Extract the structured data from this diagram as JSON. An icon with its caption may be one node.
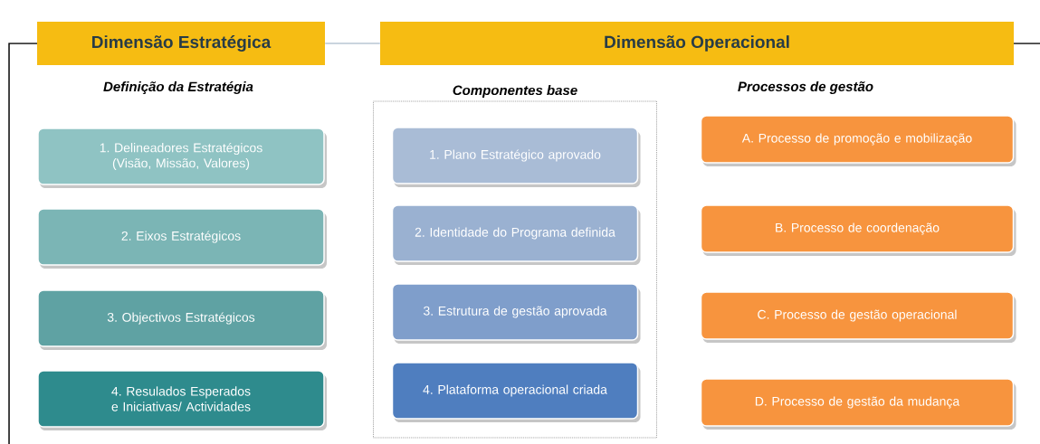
{
  "diagram": {
    "nodes": [
      {
        "text": [
          "Dimensão Estratégica"
        ]
      },
      {
        "text": [
          "Dimensão Operacional"
        ]
      },
      {
        "text": [
          "1. Delineadores Estratégicos (Visão, Missão, Valores)"
        ]
      },
      {
        "text": [
          "2. Eixos Estratégicos"
        ]
      },
      {
        "text": [
          "3. Objectivos Estratégicos"
        ]
      },
      {
        "text": [
          "4. Resulados Esperados e Iniciativas/ Actividades"
        ]
      },
      {
        "text": [
          "Componentes base"
        ]
      },
      {
        "text": [
          "1. Plano Estratégico aprovado"
        ],
        "in": 6
      },
      {
        "text": [
          "2. Identidade do Programa definida"
        ],
        "in": 6
      },
      {
        "text": [
          "3. Estrutura de gestão aprovada"
        ],
        "in": 6
      },
      {
        "text": [
          "4. Plataforma operacional criada"
        ],
        "in": 6
      },
      {
        "text": [
          "A. Processo de promoção e mobilização"
        ]
      },
      {
        "text": [
          "B. Processo de coordenação"
        ]
      },
      {
        "text": [
          "C. Processo de gestão operacional"
        ]
      },
      {
        "text": [
          "D. Processo de gestão da mudança"
        ]
      }
    ],
    "edges": [
      {
        "from": 0,
        "to": 1,
        "arrow": "none"
      }
    ],
    "labels": [
      "Definição da Estratégia",
      "Processos de gestão"
    ]
  }
}
